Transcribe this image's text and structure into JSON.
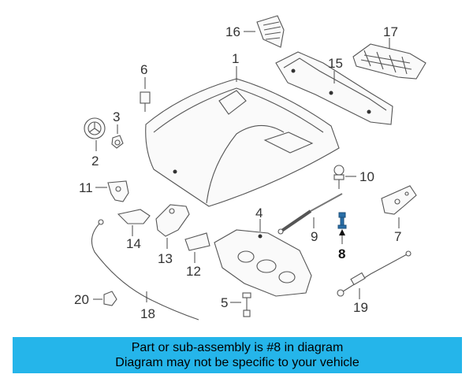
{
  "callouts": {
    "c1": "1",
    "c2": "2",
    "c3": "3",
    "c4": "4",
    "c5": "5",
    "c6": "6",
    "c7": "7",
    "c8": "8",
    "c9": "9",
    "c10": "10",
    "c11": "11",
    "c12": "12",
    "c13": "13",
    "c14": "14",
    "c15": "15",
    "c16": "16",
    "c17": "17",
    "c18": "18",
    "c19": "19",
    "c20": "20"
  },
  "highlight_part": "8",
  "colors": {
    "banner": "#25b5ea",
    "highlight_part": "#2a6fa8",
    "lines": "#555555"
  },
  "banner": {
    "line1": "Part or sub-assembly is #8 in diagram",
    "line2": "Diagram may not be specific to your vehicle"
  }
}
